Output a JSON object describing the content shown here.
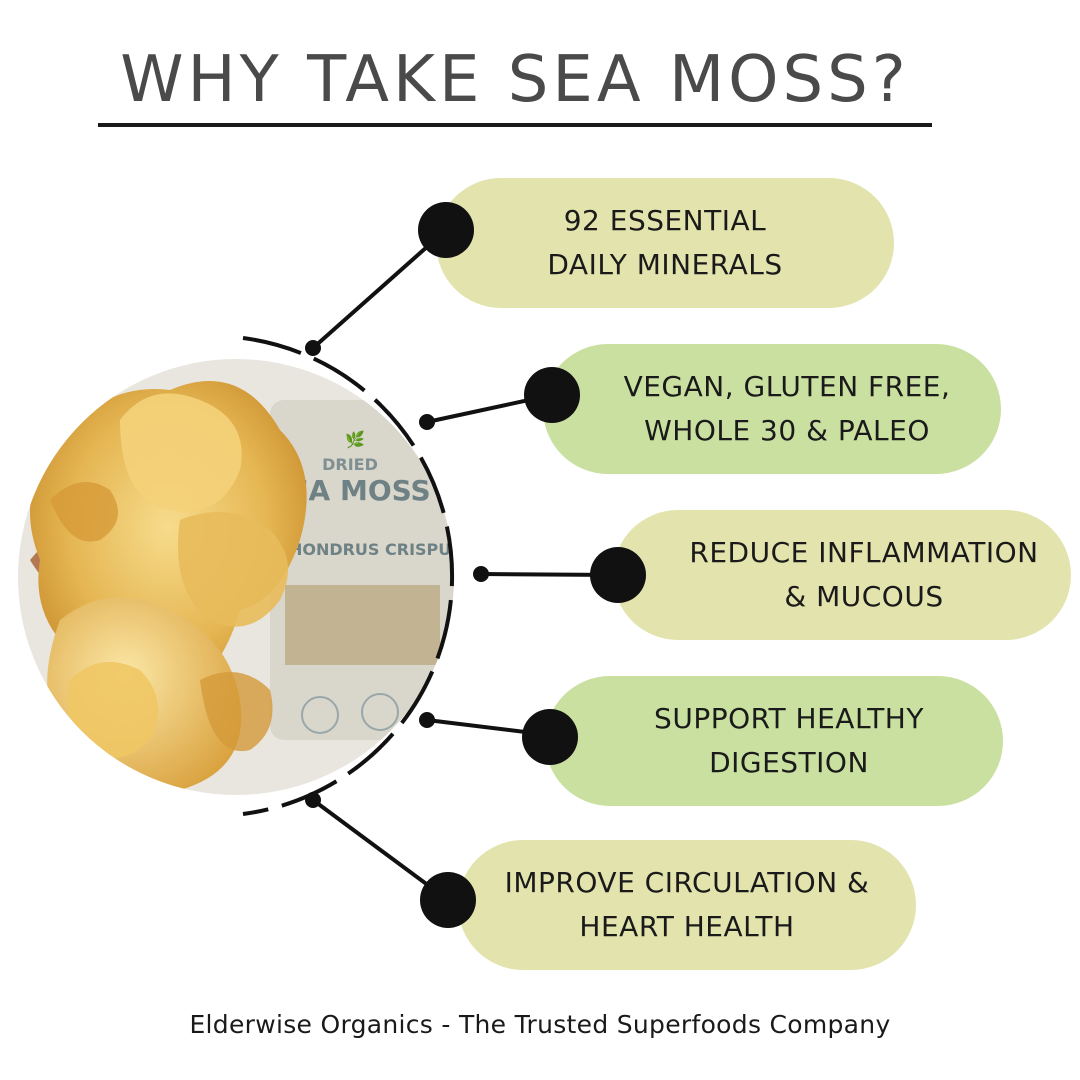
{
  "title": "WHY TAKE SEA MOSS?",
  "benefits": [
    {
      "text": "92 ESSENTIAL\nDAILY MINERALS"
    },
    {
      "text": "VEGAN, GLUTEN FREE,\nWHOLE 30 & PALEO"
    },
    {
      "text": "REDUCE INFLAMMATION\n& MUCOUS"
    },
    {
      "text": "SUPPORT HEALTHY\nDIGESTION"
    },
    {
      "text": "IMPROVE CIRCULATION &\nHEART HEALTH"
    }
  ],
  "photo": {
    "label_lines": [
      "DRIED",
      "SEA MOSS",
      "CHONDRUS CRISPUS"
    ]
  },
  "footer": "Elderwise Organics - The Trusted Superfoods Company",
  "colors": {
    "pill_yellow": "#e3e4ad",
    "pill_green": "#c9e0a0",
    "ink": "#1a1a1a",
    "title": "#4a4a4a"
  }
}
